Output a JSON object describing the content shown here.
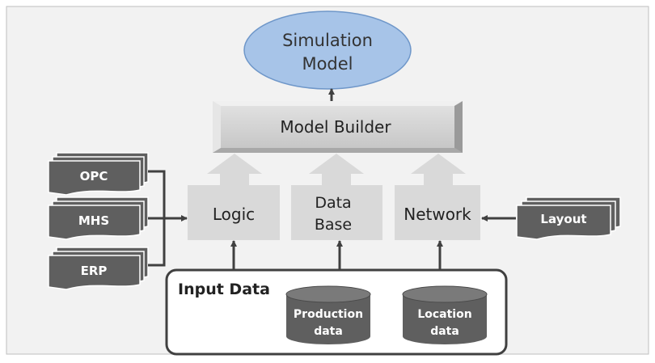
{
  "simulation_model": {
    "line1": "Simulation",
    "line2": "Model"
  },
  "model_builder": {
    "label": "Model Builder"
  },
  "modules": {
    "logic": {
      "label": "Logic"
    },
    "database": {
      "line1": "Data",
      "line2": "Base"
    },
    "network": {
      "label": "Network"
    }
  },
  "sources": {
    "opc": "OPC",
    "mhs": "MHS",
    "erp": "ERP",
    "layout": "Layout"
  },
  "input_data": {
    "title": "Input Data",
    "production": {
      "line1": "Production",
      "line2": "data"
    },
    "location": {
      "line1": "Location",
      "line2": "data"
    }
  },
  "colors": {
    "background": "#f2f2f2",
    "ellipse_fill": "#a7c4e8",
    "ellipse_stroke": "#6f97c9",
    "builder_fill": "#d0d0d0",
    "module_fill": "#d9d9d9",
    "dark_shape": "#5f5f5f",
    "arrow": "#404040"
  }
}
